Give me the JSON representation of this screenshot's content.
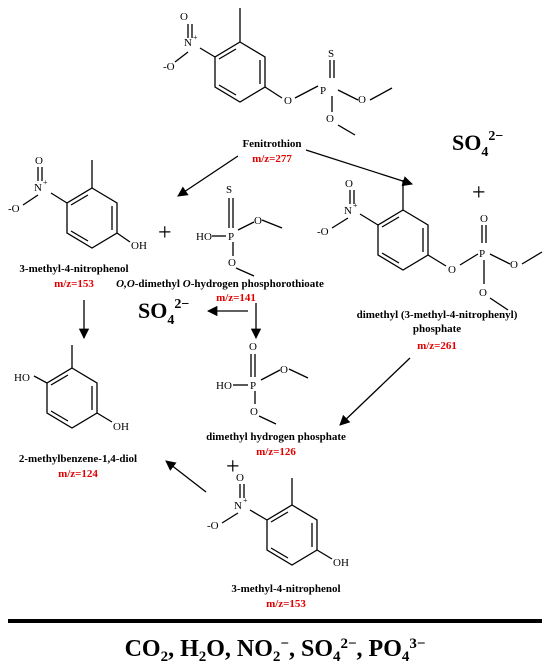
{
  "compounds": {
    "fenitrothion": {
      "name": "Fenitrothion",
      "mz": "m/z=277"
    },
    "nitrophenol_a": {
      "name": "3-methyl-4-nitrophenol",
      "mz": "m/z=153"
    },
    "phosphorothioate": {
      "name_italic": "O,O",
      "name_mid": "-dimethyl ",
      "name_italic2": "O",
      "name_rest": "-hydrogen phosphorothioate",
      "mz": "m/z=141"
    },
    "phosphate": {
      "name_line1": "dimethyl (3-methyl-4-nitrophenyl)",
      "name_line2": "phosphate",
      "mz": "m/z=261"
    },
    "dhp": {
      "name": "dimethyl hydrogen phosphate",
      "mz": "m/z=126"
    },
    "diol": {
      "name": "2-methylbenzene-1,4-diol",
      "mz": "m/z=124"
    },
    "nitrophenol_b": {
      "name": "3-methyl-4-nitrophenol",
      "mz": "m/z=153"
    }
  },
  "atoms": {
    "N": "N",
    "O": "O",
    "P": "P",
    "S": "S",
    "OH": "OH",
    "HO": "HO",
    "n_plus": "+",
    "o_minus_left": "-O",
    "o_minus": "O"
  },
  "sulfate_label": {
    "base": "SO",
    "sub": "4",
    "sup": "2−"
  },
  "plus_sign": "+",
  "final_products": {
    "co2": "CO",
    "co2_sub": "2",
    "h2o_a": "H",
    "h2o_sub": "2",
    "h2o_b": "O",
    "no2": "NO",
    "no2_sub": "2",
    "no2_sup": "−",
    "so4": "SO",
    "so4_sub": "4",
    "so4_sup": "2−",
    "po4": "PO",
    "po4_sub": "4",
    "po4_sup": "3−",
    "sep": ", "
  }
}
